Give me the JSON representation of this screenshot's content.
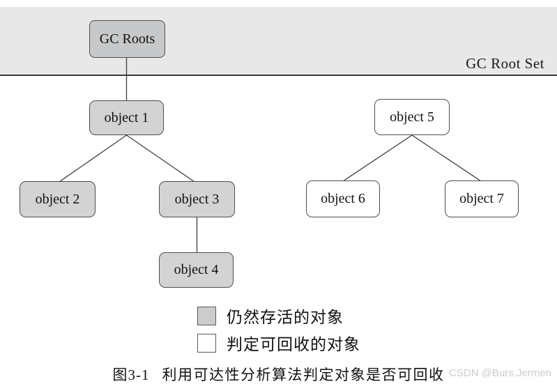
{
  "header": {
    "root_set_label": "GC Root Set"
  },
  "nodes": [
    {
      "label": "GC Roots",
      "status": "root"
    },
    {
      "label": "object 1",
      "status": "alive"
    },
    {
      "label": "object 2",
      "status": "alive"
    },
    {
      "label": "object 3",
      "status": "alive"
    },
    {
      "label": "object 4",
      "status": "alive"
    },
    {
      "label": "object 5",
      "status": "recyclable"
    },
    {
      "label": "object 6",
      "status": "recyclable"
    },
    {
      "label": "object 7",
      "status": "recyclable"
    }
  ],
  "edges": [
    {
      "from": "GC Roots",
      "to": "object 1"
    },
    {
      "from": "object 1",
      "to": "object 2"
    },
    {
      "from": "object 1",
      "to": "object 3"
    },
    {
      "from": "object 3",
      "to": "object 4"
    },
    {
      "from": "object 5",
      "to": "object 6"
    },
    {
      "from": "object 5",
      "to": "object 7"
    }
  ],
  "legend": {
    "items": [
      {
        "swatch": "alive",
        "label": "仍然存活的对象"
      },
      {
        "swatch": "recyclable",
        "label": "判定可回收的对象"
      }
    ]
  },
  "caption": {
    "number": "图3-1",
    "text": "利用可达性分析算法判定对象是否可回收"
  },
  "watermark": "CSDN @Burs.Jermen",
  "colors": {
    "band_background": "#e8e8e8",
    "separator_line": "#3a3a3a",
    "alive_fill": "#d3d3d3",
    "root_fill": "#c6c8ca",
    "recyclable_fill": "#ffffff",
    "box_border": "#4d4d4d",
    "connector": "#3f3f3f",
    "watermark_text": "#cccccc"
  }
}
